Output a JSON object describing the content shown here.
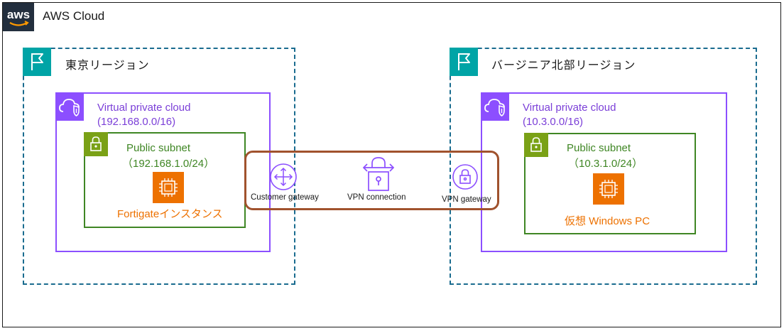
{
  "cloud": {
    "title": "AWS Cloud",
    "logo_text": "aws"
  },
  "regions": [
    {
      "name": "東京リージョン",
      "vpc": {
        "title": "Virtual private cloud",
        "cidr": "(192.168.0.0/16)"
      },
      "subnet": {
        "title": "Public subnet",
        "cidr": "（192.168.1.0/24）"
      },
      "instance": {
        "label": "Fortigateインスタンス"
      }
    },
    {
      "name": "バージニア北部リージョン",
      "vpc": {
        "title": "Virtual private cloud",
        "cidr": "(10.3.0.0/16)"
      },
      "subnet": {
        "title": "Public subnet",
        "cidr": "（10.3.1.0/24）"
      },
      "instance": {
        "label": "仮想 Windows PC"
      }
    }
  ],
  "vpn": {
    "customer_gateway": "Customer gateway",
    "vpn_connection": "VPN connection",
    "vpn_gateway": "VPN gateway"
  },
  "colors": {
    "frame": "#1a1a1a",
    "aws_logo_bg": "#232f3e",
    "region_border": "#1a6c8f",
    "region_icon": "#00a4a6",
    "vpc_border": "#8c4fff",
    "vpc_text": "#7b3fd8",
    "subnet_border": "#3f8624",
    "subnet_icon": "#7aa116",
    "ec2": "#ed7100",
    "vpn_purple": "#8c4fff",
    "vpn_box": "#a0522d"
  }
}
